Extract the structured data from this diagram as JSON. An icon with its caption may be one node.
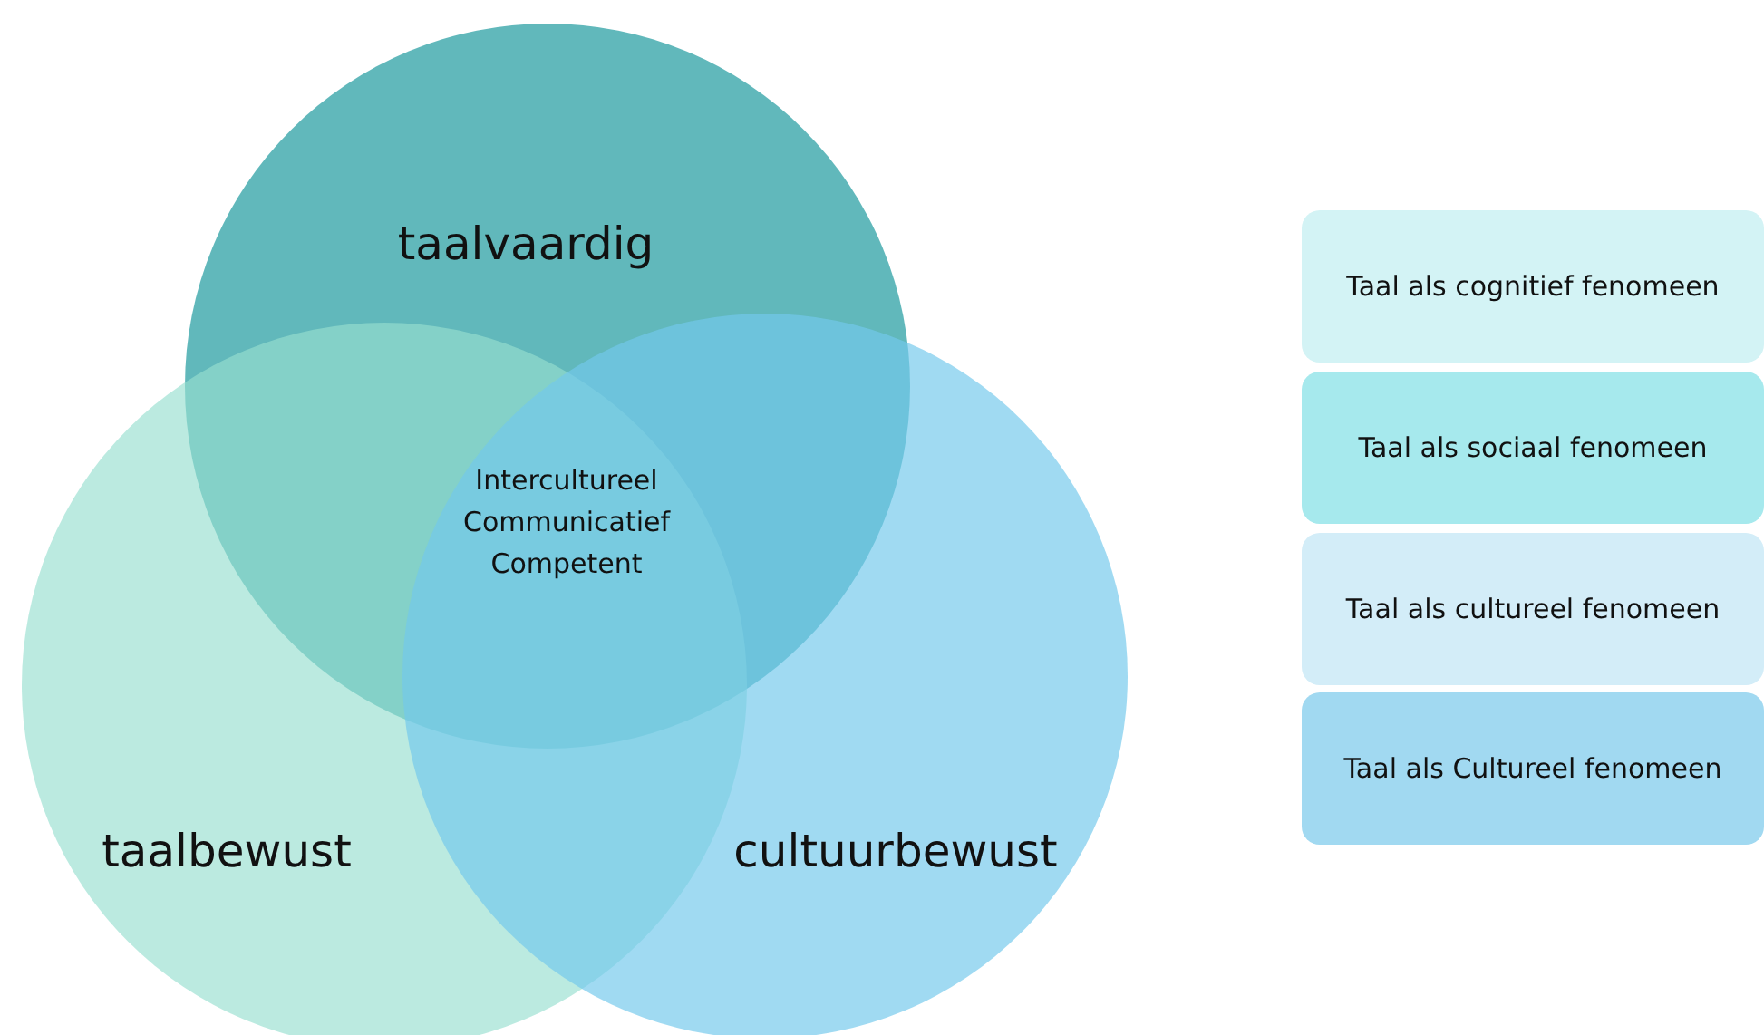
{
  "diagram": {
    "nodes": [
      {
        "text": [
          "taalvaardig"
        ]
      },
      {
        "text": [
          "taalbewust"
        ]
      },
      {
        "text": [
          "cultuurbewust"
        ]
      },
      {
        "text": [
          "Taal als cognitief fenomeen"
        ]
      },
      {
        "text": [
          "Taal als sociaal fenomeen"
        ]
      },
      {
        "text": [
          "Taal als cultureel fenomeen"
        ]
      },
      {
        "text": [
          "Taal als Cultureel fenomeen"
        ]
      }
    ],
    "edges": [],
    "labels": [
      "Intercultureel Communicatief Competent"
    ]
  }
}
